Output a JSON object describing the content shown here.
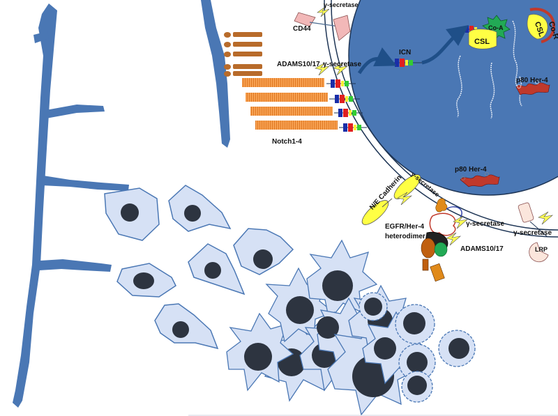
{
  "labels": {
    "gamma_top": "γ-secretase",
    "cd44": "CD44",
    "adams_top": "ADAMS10/17",
    "gamma_mid": "γ-secretase",
    "icn": "ICN",
    "notch": "Notch1-4",
    "co_a": "Co-A",
    "csl_left": "CSL",
    "csl_right": "CSL",
    "co_r": "Co-R",
    "p80_nucleus": "p80 Her-4",
    "p80_cyto": "p80 Her-4",
    "ne_cadherin": "N/E Cadherin",
    "gamma_cadherin": "γ-secretase",
    "gamma_egfr": "γ-secretase",
    "egfr_her4_line1": "EGFR/Her-4",
    "egfr_her4_line2": "heterodimer",
    "adams_bottom": "ADAMS10/17",
    "gamma_lrp": "γ-secretase",
    "lrp": "LRP"
  },
  "colors": {
    "vessel": "#4a77b4",
    "nucleus": "#4a77b4",
    "notch_bar": "#f7a050",
    "cell_fill": "#d6e1f5",
    "cell_nucleus": "#2d3440",
    "csl": "#ffff44",
    "co_a": "#22aa55",
    "scissor": "#ffff55",
    "pink": "#f2b8b8",
    "membrane": "#1e3555"
  }
}
